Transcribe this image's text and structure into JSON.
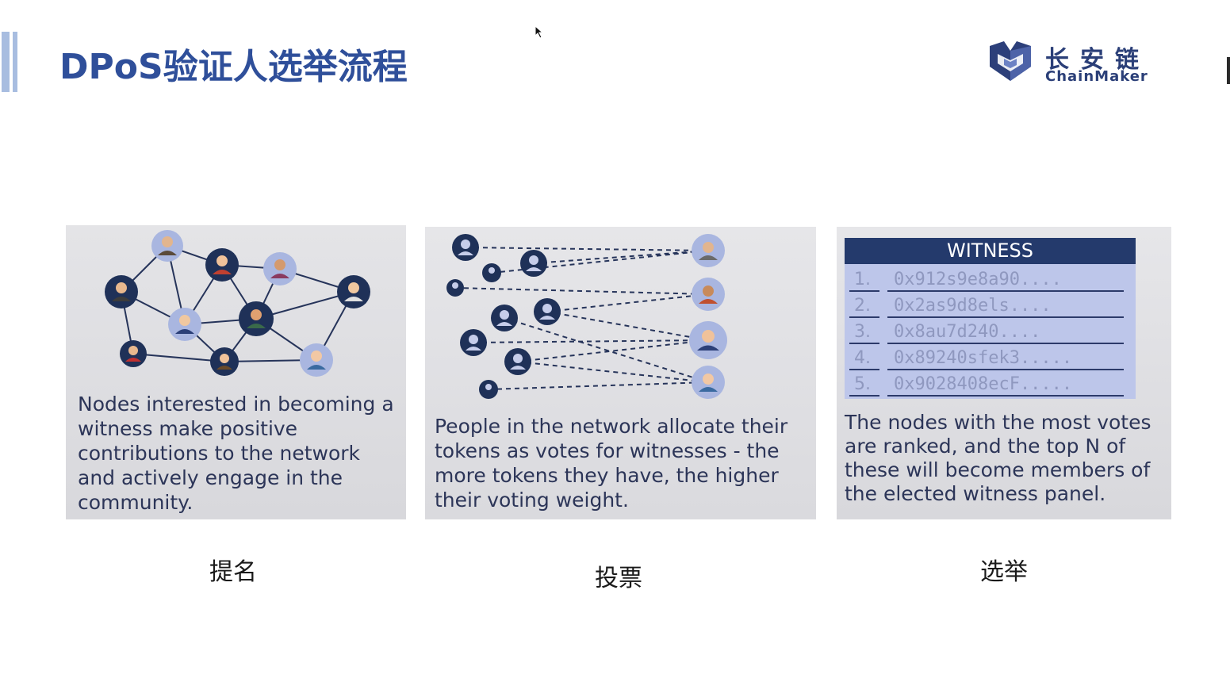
{
  "slide": {
    "title": "DPoS验证人选举流程",
    "logo": {
      "chinese": "长安链",
      "english": "ChainMaker",
      "icon": "chainmaker-cube-logo"
    }
  },
  "panels": [
    {
      "id": "nomination",
      "description": "Nodes interested in becoming a witness make positive contributions to the network and actively engage in the community.",
      "icon": "network-nodes-illustration"
    },
    {
      "id": "voting",
      "description": "People in the network allocate their tokens as votes for witnesses - the more tokens they have, the higher their voting weight.",
      "icon": "voting-lines-illustration"
    },
    {
      "id": "election",
      "description": "The nodes with the most votes are ranked, and the top N of these will become members of the elected witness panel.",
      "witness": {
        "header": "WITNESS",
        "entries": [
          {
            "rank": "1.",
            "address": "0x912s9e8a90...."
          },
          {
            "rank": "2.",
            "address": "0x2as9d8els...."
          },
          {
            "rank": "3.",
            "address": "0x8au7d240...."
          },
          {
            "rank": "4.",
            "address": "0x89240sfek3....."
          },
          {
            "rank": "5.",
            "address": "0x9028408ecF....."
          }
        ]
      }
    }
  ],
  "captions": [
    "提名",
    "投票",
    "选举"
  ],
  "colors": {
    "title": "#2f4f9a",
    "accent_bar": "#a8bde0",
    "node_dark": "#1f3158",
    "node_light": "#a9b6e0",
    "witness_header": "#243a6c",
    "witness_body": "#bdc6ea",
    "panel_text": "#2c3558"
  }
}
